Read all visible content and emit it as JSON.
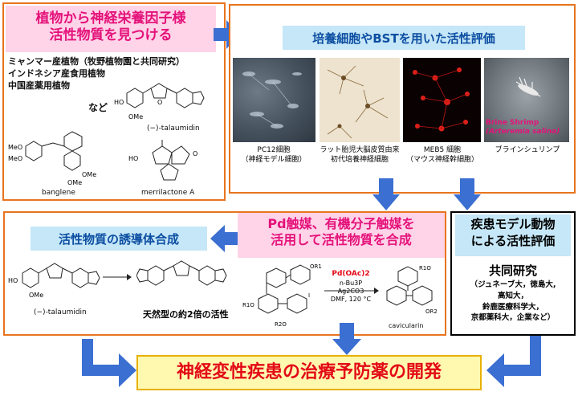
{
  "goal_box": {
    "title_line1": "植物から神経栄養因子様",
    "title_line2": "活性物質を見つける",
    "sources": [
      "ミャンマー産植物（牧野植物園と共同研究）",
      "インドネシア産食用植物",
      "中国産薬用植物"
    ],
    "etc": "など",
    "molecules": [
      "(−)-talaumidin",
      "banglene",
      "merrilactone A"
    ],
    "atom_labels": {
      "ho": "HO",
      "ome": "OMe",
      "meo": "MeO",
      "o": "O"
    }
  },
  "eval_box": {
    "title": "培養細胞やBSTを用いた活性評価",
    "items": [
      {
        "line1": "PC12細胞",
        "line2": "（神経モデル細胞）"
      },
      {
        "line1": "ラット胎児大脳皮質由来",
        "line2": "初代培養神経細胞"
      },
      {
        "line1": "MEB5 細胞",
        "line2": "（マウス神経幹細胞）"
      },
      {
        "line1": "ブラインシュリンプ",
        "line2": ""
      }
    ],
    "brine_label1": "Brine Shrimp",
    "brine_label2": "(Arteremia salina)"
  },
  "synth_box": {
    "derivative_title": "活性物質の誘導体合成",
    "catalyst_line1": "Pd触媒、有機分子触媒を",
    "catalyst_line2": "活用して活性物質を合成",
    "talaumidin_label": "(−)-talaumidin",
    "activity_note": "天然型の約2倍の活性",
    "reagents": {
      "catalyst": "Pd(OAc)2",
      "ligand": "n-Bu3P",
      "base": "Ag2CO3",
      "conditions": "DMF, 120 °C"
    },
    "product_label": "cavicularin",
    "r_labels": {
      "or1": "OR1",
      "r1o": "R1O",
      "or2": "OR2",
      "r2o": "R2O",
      "i": "I"
    }
  },
  "animal_box": {
    "title_line1": "疾患モデル動物",
    "title_line2": "による活性評価",
    "collab_title": "共同研究",
    "partners": [
      "（ジュネーブ大，徳島大,",
      "高知大，",
      "鈴鹿医療科学大，",
      "京都薬科大，企業など）"
    ]
  },
  "final_goal": "神経変性疾患の治療予防薬の開発",
  "colors": {
    "orange_border": "#e8741e",
    "pink_bg": "#ffd3e8",
    "pink_text": "#e4127a",
    "sky_bg": "#c5e7f7",
    "navy_text": "#0c4ea2",
    "arrow_blue": "#3b6fd1",
    "final_bg": "#fff9b0",
    "final_text": "#e30a17"
  }
}
